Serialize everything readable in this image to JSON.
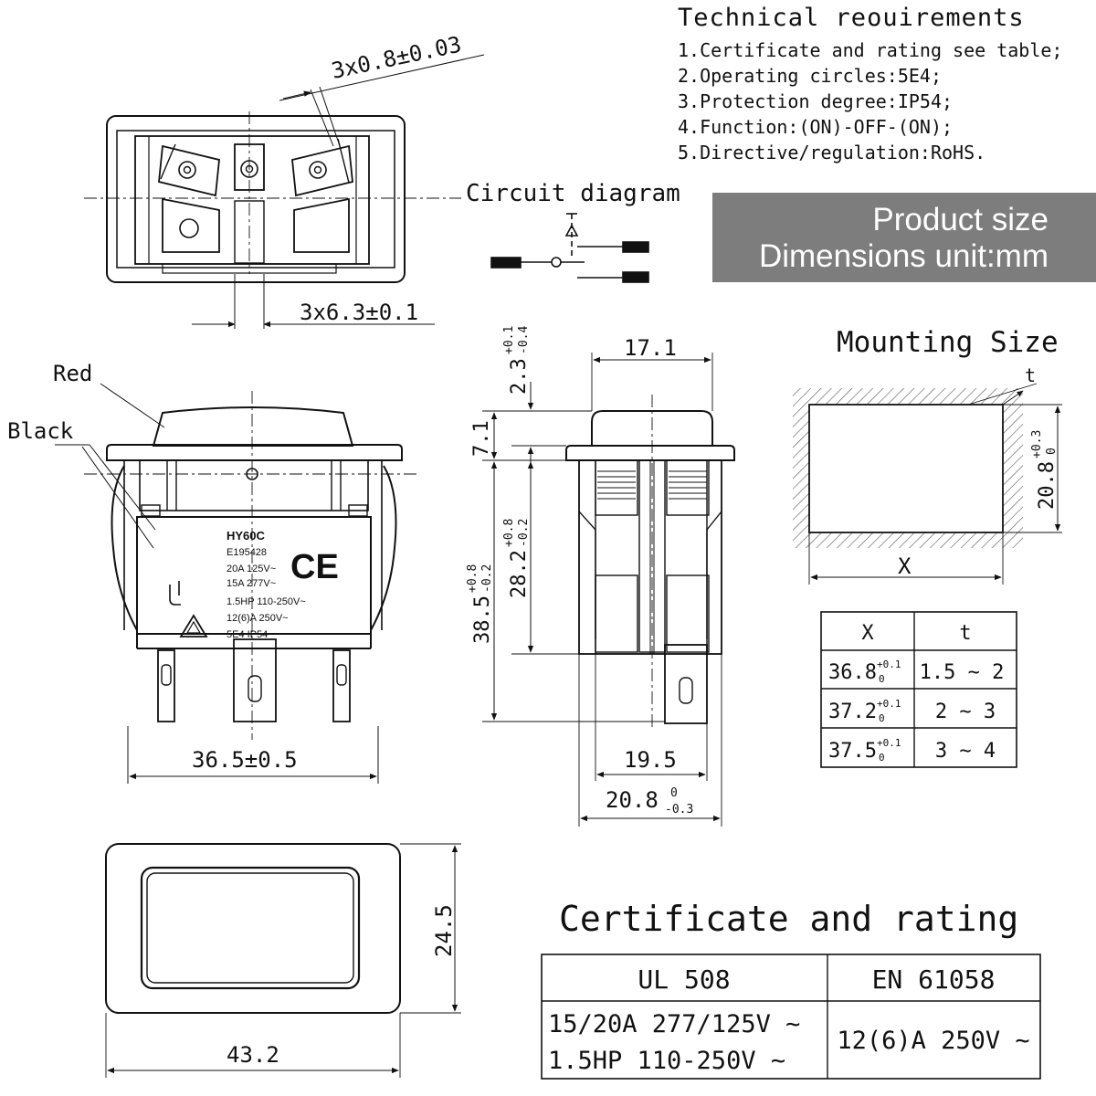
{
  "technical_requirements": {
    "title": "Technical reouirements",
    "items": [
      "1.Certificate and rating see table;",
      "2.Operating circles:5E4;",
      "3.Protection degree:IP54;",
      "4.Function:(ON)-OFF-(ON);",
      "5.Directive/regulation:RoHS."
    ]
  },
  "banner": {
    "line1": "Product size",
    "line2": "Dimensions unit:mm"
  },
  "circuit_diagram": {
    "title": "Circuit diagram"
  },
  "top_view": {
    "dim_terminal_thickness": "3x0.8±0.03",
    "dim_terminal_width": "3x6.3±0.1"
  },
  "front_view": {
    "label_red": "Red",
    "label_black": "Black",
    "switch_marking": {
      "model": "HY60C",
      "file_no": "E195428",
      "rating1": "20A 125V~",
      "rating2": "15A 277V~",
      "rating3": "1.5HP 110-250V~",
      "rating4": "12(6)A 250V~",
      "rating5": "5E4 IP54",
      "ce_mark": "CE"
    },
    "dim_width": "36.5±0.5"
  },
  "side_view": {
    "dim_top_width": "17.1",
    "dim_rocker_height": "2.3",
    "dim_rocker_height_tol_upper": "+0.1",
    "dim_rocker_height_tol_lower": "-0.4",
    "dim_actuator": "7.1",
    "dim_body": "28.2",
    "dim_body_tol_upper": "+0.8",
    "dim_body_tol_lower": "-0.2",
    "dim_total": "38.5",
    "dim_total_tol_upper": "+0.8",
    "dim_total_tol_lower": "-0.2",
    "dim_inner_width": "19.5",
    "dim_outer_width": "20.8",
    "dim_outer_width_tol_upper": "0",
    "dim_outer_width_tol_lower": "-0.3"
  },
  "mounting": {
    "title": "Mounting Size",
    "label_t": "t",
    "label_x": "X",
    "dim_height": "20.8",
    "dim_height_tol_upper": "+0.3",
    "dim_height_tol_lower": "0",
    "table": {
      "headers": [
        "X",
        "t"
      ],
      "rows": [
        {
          "x": "36.8",
          "x_tol_upper": "+0.1",
          "x_tol_lower": "0",
          "t": "1.5 ~ 2"
        },
        {
          "x": "37.2",
          "x_tol_upper": "+0.1",
          "x_tol_lower": "0",
          "t": "2 ~ 3"
        },
        {
          "x": "37.5",
          "x_tol_upper": "+0.1",
          "x_tol_lower": "0",
          "t": "3 ~ 4"
        }
      ]
    }
  },
  "bottom_view": {
    "dim_width": "43.2",
    "dim_height": "24.5"
  },
  "certificate": {
    "title": "Certificate and rating",
    "headers": [
      "UL 508",
      "EN 61058"
    ],
    "ul_line1": "15/20A 277/125V ~",
    "ul_line2": "1.5HP 110-250V ~",
    "en_rating": "12(6)A 250V ~"
  }
}
